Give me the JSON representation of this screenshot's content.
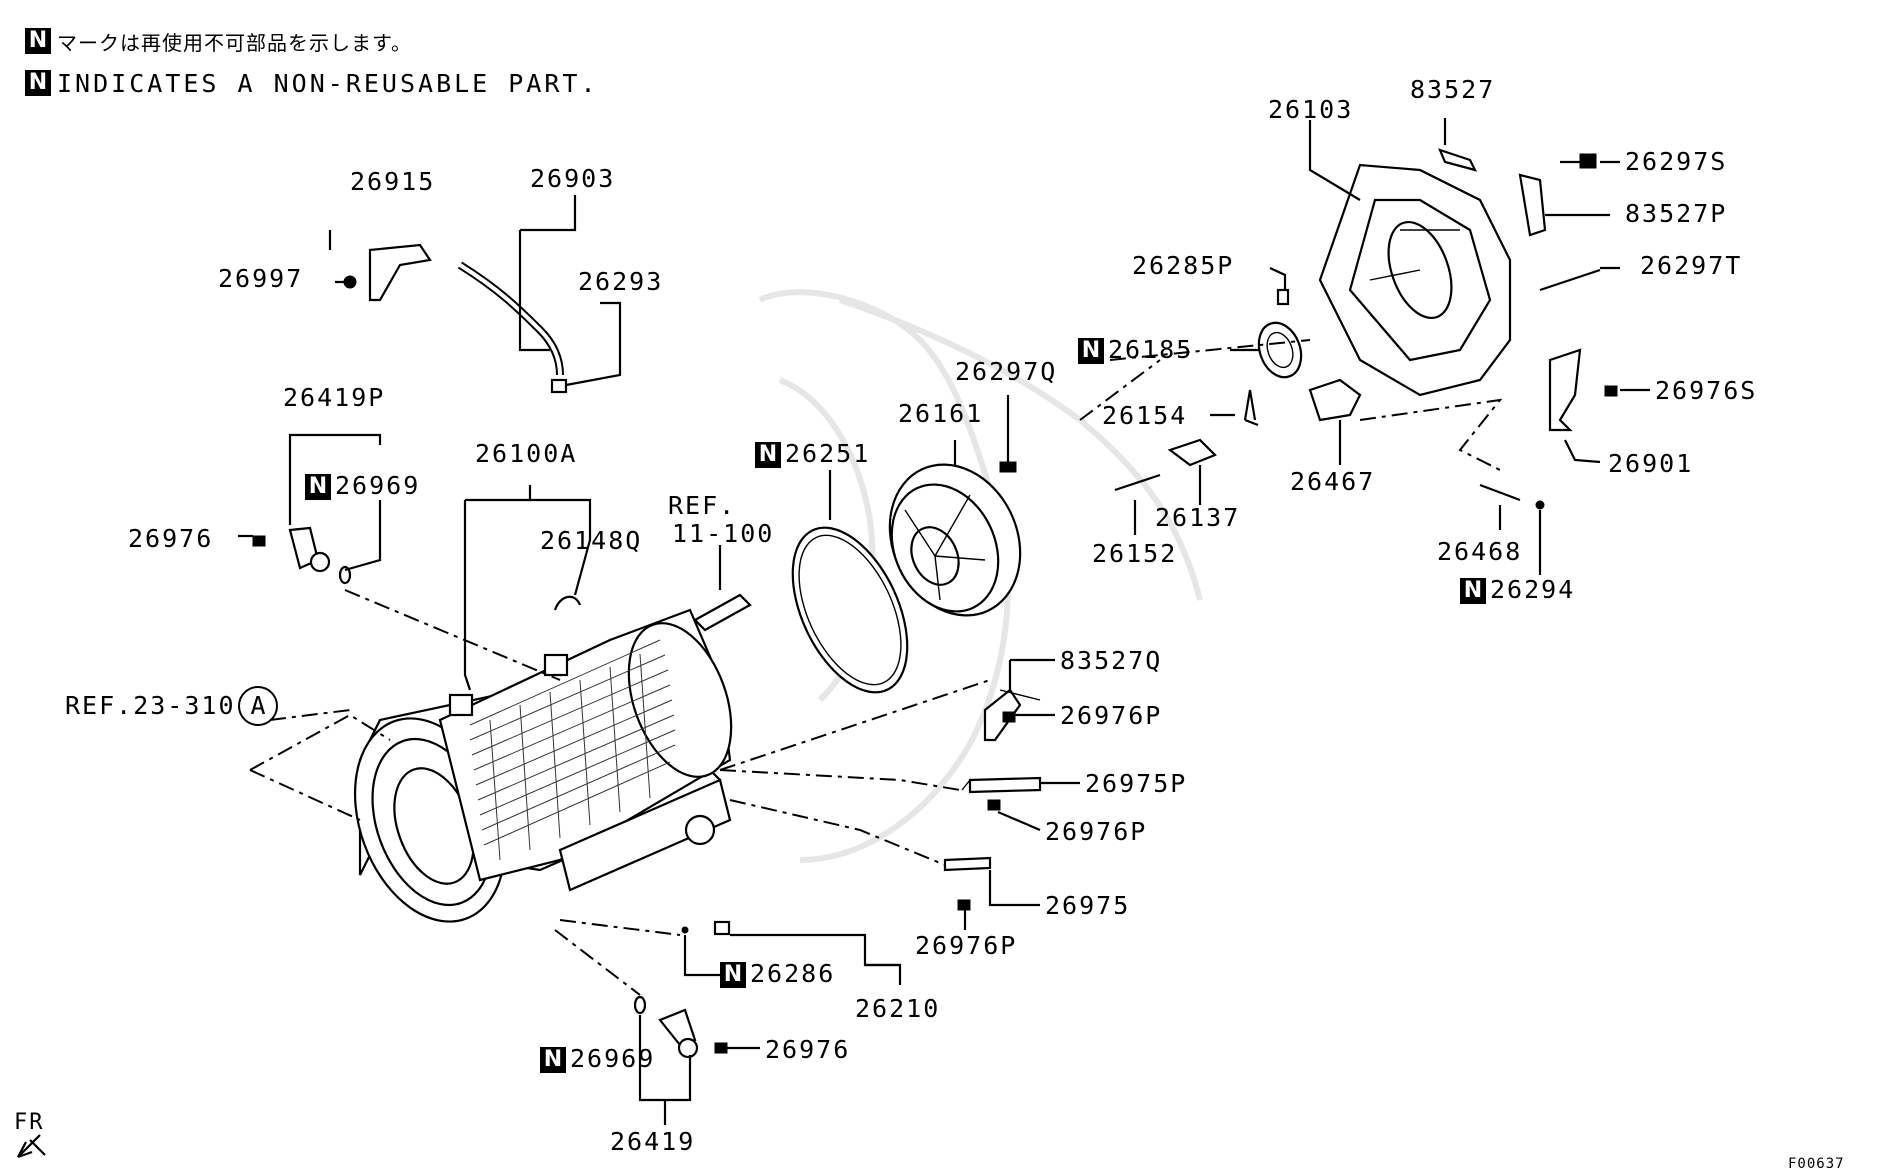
{
  "legend": {
    "line_jp": "マークは再使用不可部品を示します。",
    "line_en": "INDICATES A NON-REUSABLE PART.",
    "badge": "N"
  },
  "parts": {
    "p83527": "83527",
    "p26103": "26103",
    "p26297S": "26297S",
    "p83527P": "83527P",
    "p26297T": "26297T",
    "p26285P": "26285P",
    "p26185": "26185",
    "p26976S": "26976S",
    "p26297Q": "26297Q",
    "p26161": "26161",
    "p26154": "26154",
    "p26467": "26467",
    "p26901": "26901",
    "p26137": "26137",
    "p26152": "26152",
    "p26468": "26468",
    "p26294": "26294",
    "p26915": "26915",
    "p26903": "26903",
    "p26997": "26997",
    "p26293": "26293",
    "p26419P": "26419P",
    "p26969_top": "26969",
    "p26976_top": "26976",
    "p26100A": "26100A",
    "p26148Q": "26148Q",
    "p26251": "26251",
    "ref_11_100_a": "REF.",
    "ref_11_100_b": "11-100",
    "ref_23_310": "REF.23-310",
    "ref_marker": "A",
    "p83527Q": "83527Q",
    "p26976P_1": "26976P",
    "p26975P": "26975P",
    "p26976P_2": "26976P",
    "p26975": "26975",
    "p26976P_3": "26976P",
    "p26286": "26286",
    "p26210": "26210",
    "p26969_bot": "26969",
    "p26976_bot": "26976",
    "p26419": "26419"
  },
  "footer": {
    "fr": "FR",
    "fig_code": "F00637"
  }
}
